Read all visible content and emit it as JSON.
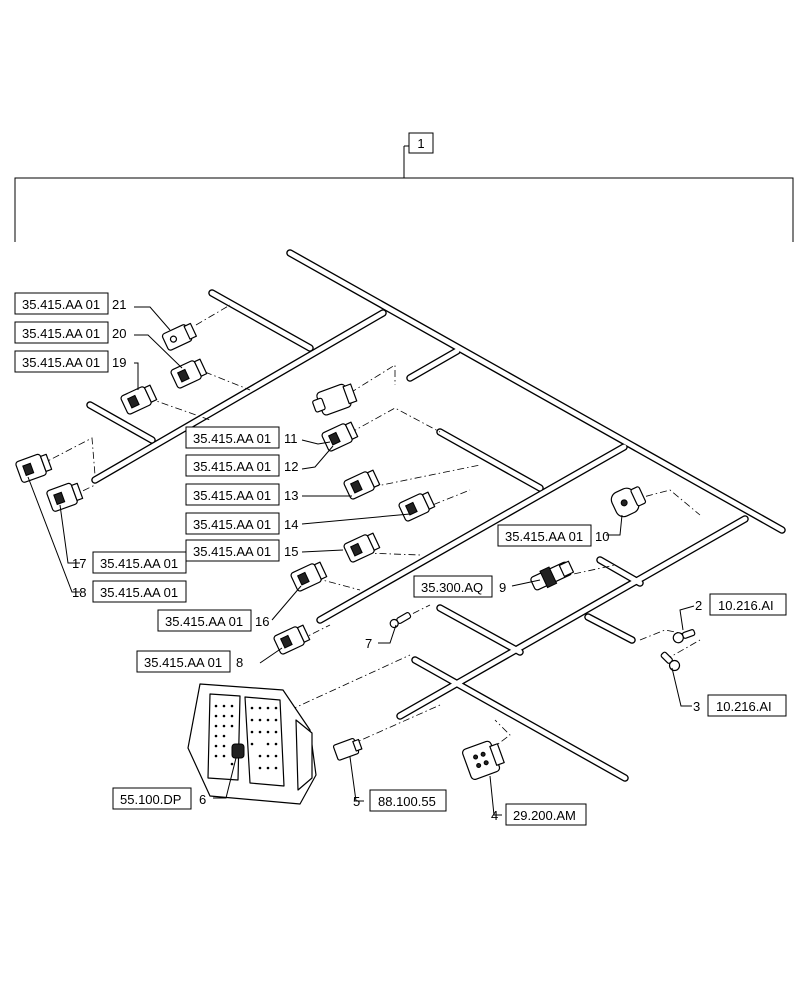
{
  "top_callout": {
    "number": "1"
  },
  "callouts": [
    {
      "id": "c21",
      "number": "21",
      "ref": "35.415.AA 01"
    },
    {
      "id": "c20",
      "number": "20",
      "ref": "35.415.AA 01"
    },
    {
      "id": "c19",
      "number": "19",
      "ref": "35.415.AA 01"
    },
    {
      "id": "c11",
      "number": "11",
      "ref": "35.415.AA 01"
    },
    {
      "id": "c12",
      "number": "12",
      "ref": "35.415.AA 01"
    },
    {
      "id": "c13",
      "number": "13",
      "ref": "35.415.AA 01"
    },
    {
      "id": "c14",
      "number": "14",
      "ref": "35.415.AA 01"
    },
    {
      "id": "c15",
      "number": "15",
      "ref": "35.415.AA 01"
    },
    {
      "id": "c16",
      "number": "16",
      "ref": "35.415.AA 01"
    },
    {
      "id": "c8",
      "number": "8",
      "ref": "35.415.AA 01"
    },
    {
      "id": "c17",
      "number": "17",
      "ref": "35.415.AA 01"
    },
    {
      "id": "c18",
      "number": "18",
      "ref": "35.415.AA 01"
    },
    {
      "id": "c10",
      "number": "10",
      "ref": "35.415.AA 01"
    },
    {
      "id": "c9",
      "number": "9",
      "ref": "35.300.AQ"
    },
    {
      "id": "c7",
      "number": "7",
      "ref": ""
    },
    {
      "id": "c2",
      "number": "2",
      "ref": "10.216.AI"
    },
    {
      "id": "c3",
      "number": "3",
      "ref": "10.216.AI"
    },
    {
      "id": "c6",
      "number": "6",
      "ref": "55.100.DP"
    },
    {
      "id": "c5",
      "number": "5",
      "ref": "88.100.55"
    },
    {
      "id": "c4",
      "number": "4",
      "ref": "29.200.AM"
    }
  ]
}
